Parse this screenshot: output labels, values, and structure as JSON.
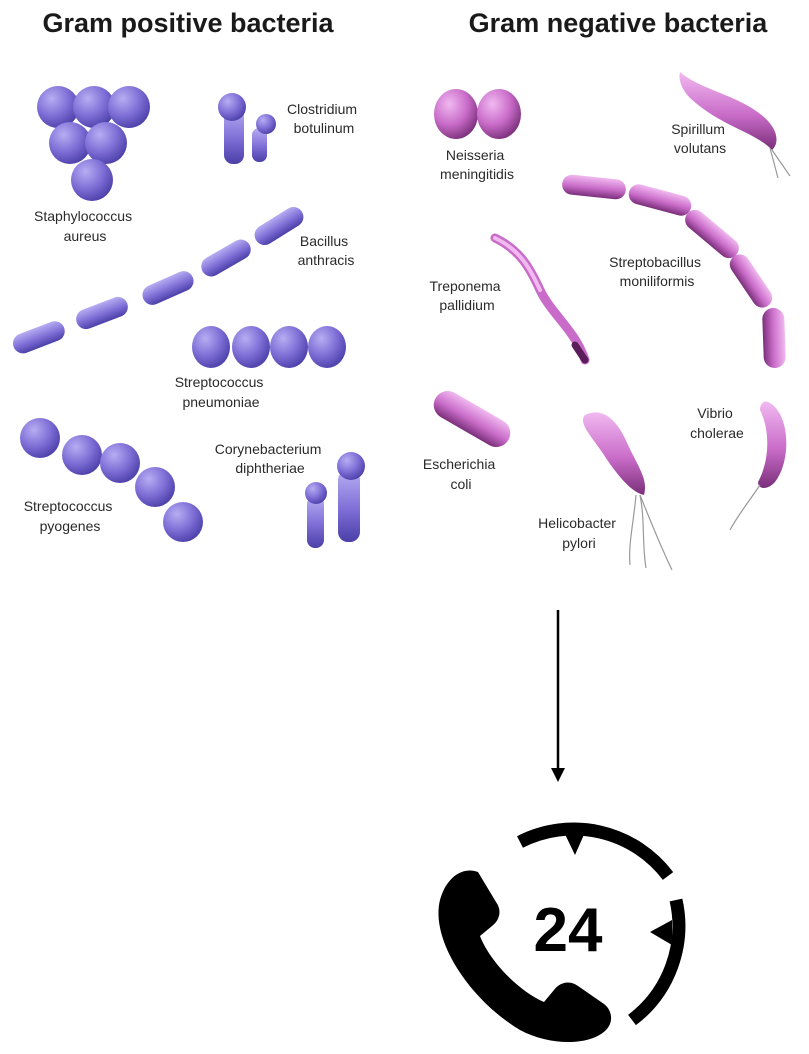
{
  "headings": {
    "gram_positive": "Gram positive bacteria",
    "gram_negative": "Gram negative bacteria"
  },
  "gram_positive": {
    "staph": [
      "Staphylococcus",
      "aureus"
    ],
    "clostridium": [
      "Clostridium",
      "botulinum"
    ],
    "bacillus": [
      "Bacillus",
      "anthracis"
    ],
    "strep_pneumo": [
      "Streptococcus",
      "pneumoniae"
    ],
    "strep_pyo": [
      "Streptococcus",
      "pyogenes"
    ],
    "coryne": [
      "Corynebacterium",
      "diphtheriae"
    ]
  },
  "gram_negative": {
    "neisseria": [
      "Neisseria",
      "meningitidis"
    ],
    "spirillum": [
      "Spirillum",
      "volutans"
    ],
    "streptobacillus": [
      "Streptobacillus",
      "moniliformis"
    ],
    "treponema": [
      "Treponema",
      "pallidium"
    ],
    "escherichia": [
      "Escherichia",
      "coli"
    ],
    "vibrio": [
      "Vibrio",
      "cholerae"
    ],
    "helicobacter": [
      "Helicobacter",
      "pylori"
    ]
  },
  "badge": {
    "number": "24",
    "icon": "phone-24-hours-icon"
  },
  "colors": {
    "positive": "#7e6ed6",
    "positive_dark": "#4b3fa8",
    "negative": "#c96cc9",
    "negative_dark": "#7a2f7a",
    "highlight": "#ffffff"
  }
}
